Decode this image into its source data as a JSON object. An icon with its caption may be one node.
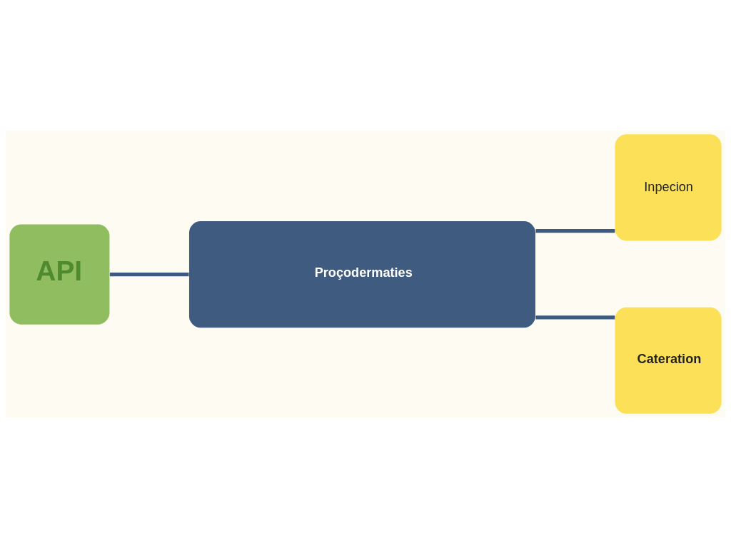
{
  "diagram": {
    "nodes": [
      {
        "text": [
          "API"
        ]
      },
      {
        "text": [
          "Proçodermaties"
        ]
      },
      {
        "text": [
          "Inpecion"
        ]
      },
      {
        "text": [
          "Cateration"
        ]
      }
    ],
    "edges": [
      {
        "from": 0,
        "to": 1,
        "arrow": "none"
      },
      {
        "from": 1,
        "to": 2,
        "arrow": "none"
      },
      {
        "from": 1,
        "to": 3,
        "arrow": "none"
      }
    ]
  }
}
